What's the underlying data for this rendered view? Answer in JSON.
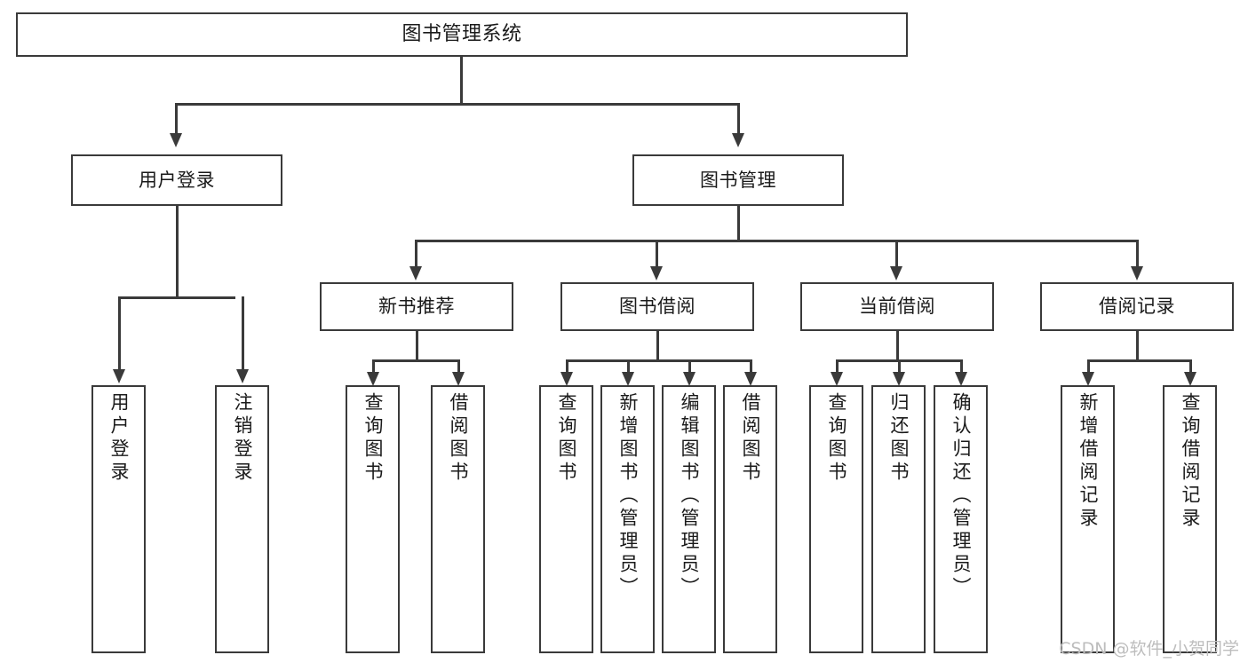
{
  "diagram": {
    "title": "图书管理系统",
    "type": "tree",
    "watermark": "CSDN @软件_小贺同学",
    "colors": {
      "stroke": "#3a3a3a",
      "fill": "#ffffff",
      "text": "#1a1a1a",
      "watermark": "#bdbdbd"
    },
    "nodes": {
      "root": {
        "label": "图书管理系统"
      },
      "level2": [
        {
          "label": "用户登录"
        },
        {
          "label": "图书管理"
        }
      ],
      "level3": [
        {
          "label": "新书推荐"
        },
        {
          "label": "图书借阅"
        },
        {
          "label": "当前借阅"
        },
        {
          "label": "借阅记录"
        }
      ],
      "leaves": {
        "user_login": [
          {
            "label": "用户登录"
          },
          {
            "label": "注销登录"
          }
        ],
        "new_book": [
          {
            "label": "查询图书"
          },
          {
            "label": "借阅图书"
          }
        ],
        "book_borrow": [
          {
            "label": "查询图书"
          },
          {
            "label": "新增图书（管理员）"
          },
          {
            "label": "编辑图书（管理员）"
          },
          {
            "label": "借阅图书"
          }
        ],
        "current_borrow": [
          {
            "label": "查询图书"
          },
          {
            "label": "归还图书"
          },
          {
            "label": "确认归还（管理员）"
          }
        ],
        "borrow_record": [
          {
            "label": "新增借阅记录"
          },
          {
            "label": "查询借阅记录"
          }
        ]
      }
    }
  }
}
